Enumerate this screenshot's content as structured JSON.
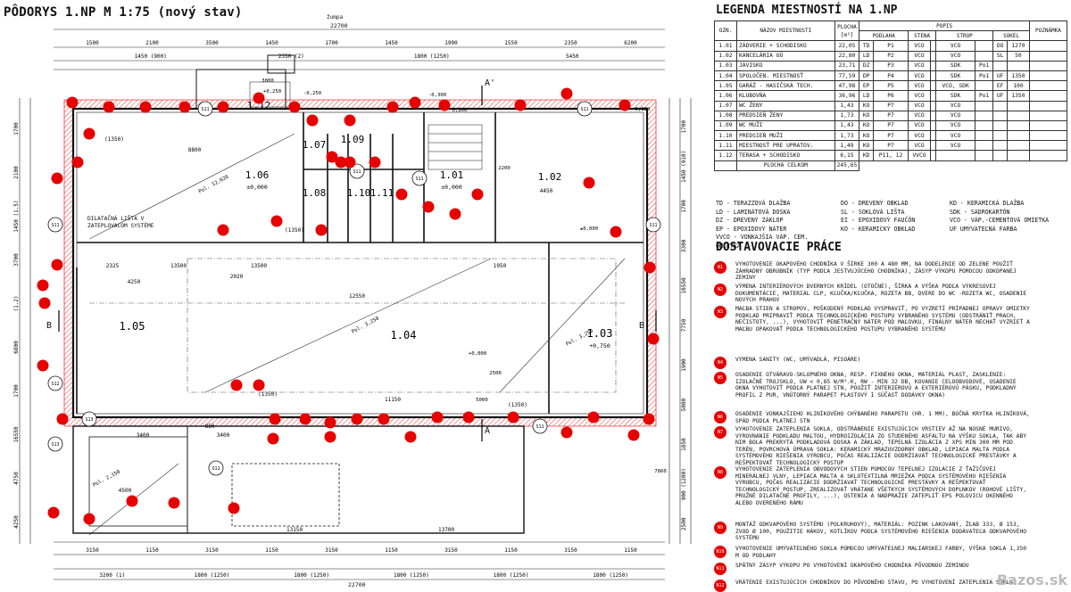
{
  "plan": {
    "title": "PÔDORYS 1.NP M 1:75 (nový stav)",
    "zumpa": "žumpa",
    "rooms": [
      {
        "num": "1.12",
        "area": ""
      },
      {
        "num": "1.07",
        "area": ""
      },
      {
        "num": "1.09",
        "area": ""
      },
      {
        "num": "1.06",
        "area": "±0,000"
      },
      {
        "num": "1.08",
        "area": ""
      },
      {
        "num": "1.10",
        "area": ""
      },
      {
        "num": "1.11",
        "area": ""
      },
      {
        "num": "1.01",
        "area": "±0,000"
      },
      {
        "num": "1.02",
        "area": ""
      },
      {
        "num": "1.05",
        "area": ""
      },
      {
        "num": "1.04",
        "area": ""
      },
      {
        "num": "1.03",
        "area": "+0,750"
      }
    ],
    "top_dims_1": [
      "1500",
      "2100",
      "3500",
      "1450",
      "1700",
      "1450",
      "1900",
      "1550",
      "2350",
      "6200"
    ],
    "top_dims_2": [
      "1450 (900)",
      "2350 (2)",
      "1800 (1250)",
      "5450"
    ],
    "overall_dim": "22700",
    "ground_dims_1": [
      "3150",
      "1150",
      "3150",
      "1150",
      "3150",
      "1150",
      "3150",
      "1150",
      "3150",
      "1150"
    ],
    "ground_dims_2": [
      "3200 (1)",
      "1800 (1250)",
      "1800 (1250)",
      "1800 (1250)",
      "1800 (1250)",
      "1800 (1250)"
    ],
    "ground_overall": "22700",
    "inner_dims": [
      "(1350)",
      "8800",
      "(1350)",
      "4450",
      "2325",
      "13500",
      "13500",
      "12550",
      "4250",
      "2020",
      "1950",
      "(1350)",
      "(1350)",
      "11150",
      "3400",
      "3400",
      "850",
      "4500",
      "13150",
      "13700"
    ],
    "left_dims": [
      "1700",
      "2100",
      "1450 (1.5)",
      "3700",
      "(1.2)",
      "6800",
      "1700",
      "16550",
      "4750",
      "4250"
    ],
    "right_dims": [
      "1700",
      "1450 (910)",
      "1700",
      "3300",
      "16550",
      "7750",
      "1900",
      "5000",
      "1850",
      "900 (1200)",
      "2500"
    ],
    "annotations": [
      "DILATAČNÁ LIŠTA V ZATEPLOVACOM SYSTÉME",
      "Pol. 12,620",
      "Pol. 3,250",
      "Pol. 3,250",
      "Pol. 2,150",
      "-0,250",
      "-0,300",
      "+0,000",
      "±0,000",
      "+0,250",
      "0,200",
      "0,300",
      "3000",
      "5000",
      "2200",
      "2500",
      "7860"
    ],
    "sections": [
      "A'",
      "A",
      "B",
      "B'"
    ],
    "s_marks": [
      "S11",
      "S11",
      "S11",
      "S11",
      "S12",
      "S13",
      "S13",
      "S11",
      "S11",
      "S11",
      "S11"
    ]
  },
  "legend": {
    "title": "LEGENDA MIESTNOSTÍ NA 1.NP",
    "headers": {
      "ozn": "OZN.",
      "name": "NÁZOV MIESTNOSTI",
      "plocha": "PLOCHA [m²]",
      "popis": "POPIS",
      "podlaha": "PODLAHA",
      "stena": "STENA",
      "strop": "STROP",
      "sokel": "SOKEL",
      "poznamka": "POZNÁMKA"
    },
    "rows": [
      {
        "ozn": "1.01",
        "name": "ZÁDVERIE + SCHODISKO",
        "area": "22,05",
        "p1": "TD",
        "p2": "P1",
        "s1": "VCO",
        "s2": "",
        "t1": "VCO",
        "t2": "",
        "k1": "DO",
        "k2": "1270"
      },
      {
        "ozn": "1.02",
        "name": "KANCELÁRIA OÚ",
        "area": "22,80",
        "p1": "LD",
        "p2": "P2",
        "s1": "VCO",
        "s2": "",
        "t1": "VCO",
        "t2": "",
        "k1": "SL",
        "k2": "50"
      },
      {
        "ozn": "1.03",
        "name": "JAVISKO",
        "area": "23,71",
        "p1": "DZ",
        "p2": "P3",
        "s1": "VCO",
        "s2": "",
        "t1": "SDK",
        "t2": "Po1",
        "k1": "",
        "k2": ""
      },
      {
        "ozn": "1.04",
        "name": "SPOLOČEN. MIESTNOSŤ",
        "area": "77,59",
        "p1": "DP",
        "p2": "P4",
        "s1": "VCO",
        "s2": "",
        "t1": "SDK",
        "t2": "Po1",
        "k1": "UF",
        "k2": "1350"
      },
      {
        "ozn": "1.05",
        "name": "GARÁŽ - HASIČSKÁ TECH.",
        "area": "47,98",
        "p1": "EP",
        "p2": "P5",
        "s1": "VCO",
        "s2": "",
        "t1": "VCO, SDK",
        "t2": "",
        "k1": "EF",
        "k2": "100"
      },
      {
        "ozn": "1.06",
        "name": "KLUBOVŇA",
        "area": "36,96",
        "p1": "LD",
        "p2": "P6",
        "s1": "VCO",
        "s2": "",
        "t1": "SDK",
        "t2": "Po1",
        "k1": "UF",
        "k2": "1350"
      },
      {
        "ozn": "1.07",
        "name": "WC ŽENY",
        "area": "1,43",
        "p1": "KO",
        "p2": "P7",
        "s1": "VCO",
        "s2": "",
        "t1": "VCO",
        "t2": "",
        "k1": "",
        "k2": ""
      },
      {
        "ozn": "1.08",
        "name": "PREDSIEŇ ŽENY",
        "area": "1,73",
        "p1": "KO",
        "p2": "P7",
        "s1": "VCO",
        "s2": "",
        "t1": "VCO",
        "t2": "",
        "k1": "",
        "k2": ""
      },
      {
        "ozn": "1.09",
        "name": "WC MUŽI",
        "area": "1,43",
        "p1": "KO",
        "p2": "P7",
        "s1": "VCO",
        "s2": "",
        "t1": "VCO",
        "t2": "",
        "k1": "",
        "k2": ""
      },
      {
        "ozn": "1.10",
        "name": "PREDSIEŇ MUŽI",
        "area": "1,73",
        "p1": "KO",
        "p2": "P7",
        "s1": "VCO",
        "s2": "",
        "t1": "VCO",
        "t2": "",
        "k1": "",
        "k2": ""
      },
      {
        "ozn": "1.11",
        "name": "MIESTNOSŤ PRE UPRATOV.",
        "area": "1,49",
        "p1": "KO",
        "p2": "P7",
        "s1": "VCO",
        "s2": "",
        "t1": "VCO",
        "t2": "",
        "k1": "",
        "k2": ""
      },
      {
        "ozn": "1.12",
        "name": "TERASA + SCHODISKO",
        "area": "6,15",
        "p1": "KD",
        "p2": "P11, 12",
        "s1": "VVCO",
        "s2": "",
        "t1": "",
        "t2": "",
        "k1": "",
        "k2": ""
      }
    ],
    "total_label": "PLOCHA CELKOM",
    "total_value": "245,65",
    "abbr_col1": [
      "TD  - TERAZZOVÁ DLAŽBA",
      "LD  - LAMINÁTOVÁ DOSKA",
      "DZ  - DREVENÝ ZÁKLOP",
      "EP  - EPOXIDOVÝ NÁTER",
      "VVCO - VONKAJŠIA VÁP. CEM. OMIETKA"
    ],
    "abbr_col2": [
      "DO  - DREVENÝ OBKLAD",
      "SL  - SOKLOVÁ LIŠTA",
      "EI  - EPOXIDOVÝ FAUČÓN",
      "KO  - KERAMICKÝ OBKLAD"
    ],
    "abbr_col3": [
      "KD - KERAMICKÁ DLAŽBA",
      "SDK - SADROKARTÓN",
      "VCO - VÁP.-CEMENTOVÁ OMIETKA",
      "UF  UMÝVATEĽNÁ FARBA"
    ]
  },
  "works": {
    "title": "DOSTAVOVACIE PRÁCE",
    "items": [
      {
        "code": "N1",
        "text": "Vyhotovenie okapového chodníka v šírke 300 a 480 mm, na dodelenie od zelene použiť záhradný obrubník (typ podľa jestvujúceho chodníka), zásyp výkopu pomocou odkopanej zeminy"
      },
      {
        "code": "N2",
        "text": "Výmena interiérových dverných krídel (otočné), šírka a výška podľa výkresovej dokumentácie, materiál CLP, kľučka/kľučka, rozeta BB, dvere do WC -rozeta WC, osadenie nových prahov"
      },
      {
        "code": "N3",
        "text": "Maľba stien a stropov, poškodený podklad vyspraviť, po vyzretí prípadnej opravy omietky podklad pripraviť podľa technologického postupu vybraného systému (odstrániť prach, nečistoty, ...), vyhotoviť penetračný náter pod maľovku, finálny náter nechať vyzrieť a maľbu opakovať podľa technologického postupu vybraného systému"
      },
      {
        "code": "N4",
        "text": "Výmena sanity (WC, umývadlá, pisoáre)"
      },
      {
        "code": "N5",
        "text": "Osadenie otváravo-sklopného okna, resp. fixného okna, materiál plast, zasklenie: izolačné trojsklo, Uw < 0,85 W/m².K, Rw - min 32 dB, kovanie celoobvodové, osadenie okna vyhotoviť podľa platnej STN, použiť interiérovú a exteriérovú pásku, podkladný profil z PUR, vnútorný parapet plastový i súčasť dodávky okna)"
      },
      {
        "code": "N6",
        "text": "Osadenie vonkajšieho hliníkového chýbaného parapetu (hr. 1 mm), bočná krytka hliníková, spád podľa platnej STN"
      },
      {
        "code": "N7",
        "text": "Vyhotovenie zateplenia sokla, odstránenie existujúcich vrstiev až na nosné murivo, vyrovnanie podkladu maltou, hydroizolácia zo studeného asfaltu na výšku sokla, tak aby nim bola prekrytá podkladová doska a základ, tepelná izolácia z XPS min 300 mm pod terén, povrchová úprava sokla: keramický mrazuvzdorný obklad, lepiaca malta podľa systémového riešenia výrobcu, počas realizácie dodržiavať technologické prestávky a rešpektovať technologický postup"
      },
      {
        "code": "N8",
        "text": "Vyhotovenie zateplenia obvodových stien pomocou tepelnej izolácie z ťažičovej minerálnej vlny, lepiaca malta a sklotextilná mriežka podľa systémového riešenia výrobcu, počas realizácie dodržiavať technologické prestávky a rešpektovať technologický postup, zrealizovať vrátane všetkých systémových doplnkov (rohové lišty, pružné dilatačné profily, ...), ostenia a nadpražie zatepliť EPS polovicu okenného alebo overeného rámu"
      },
      {
        "code": "N9",
        "text": "Montáž odkvapového systému (polkruhový), materiál: pozink lakovaný, žľab 333, ø 153, zvod ø 100, použitie hákov, kotlíkov podľa systémového riešenia dodávateľa odkvapového systému"
      },
      {
        "code": "N10",
        "text": "Vyhotovenie umývateľného sokla pomocou umývateľnej maliarskej farby, výška sokla 1,350 m od podlahy"
      },
      {
        "code": "N11",
        "text": "Spätný zásyp výkopu po vyhotovení okapového chodníka pôvodnou zeminou"
      },
      {
        "code": "N12",
        "text": "Vrátenie existujúcich chodníkov do pôvodného stavu, po vyhotovení zateplenia sokla"
      }
    ],
    "watermark": "Bazos.sk"
  }
}
